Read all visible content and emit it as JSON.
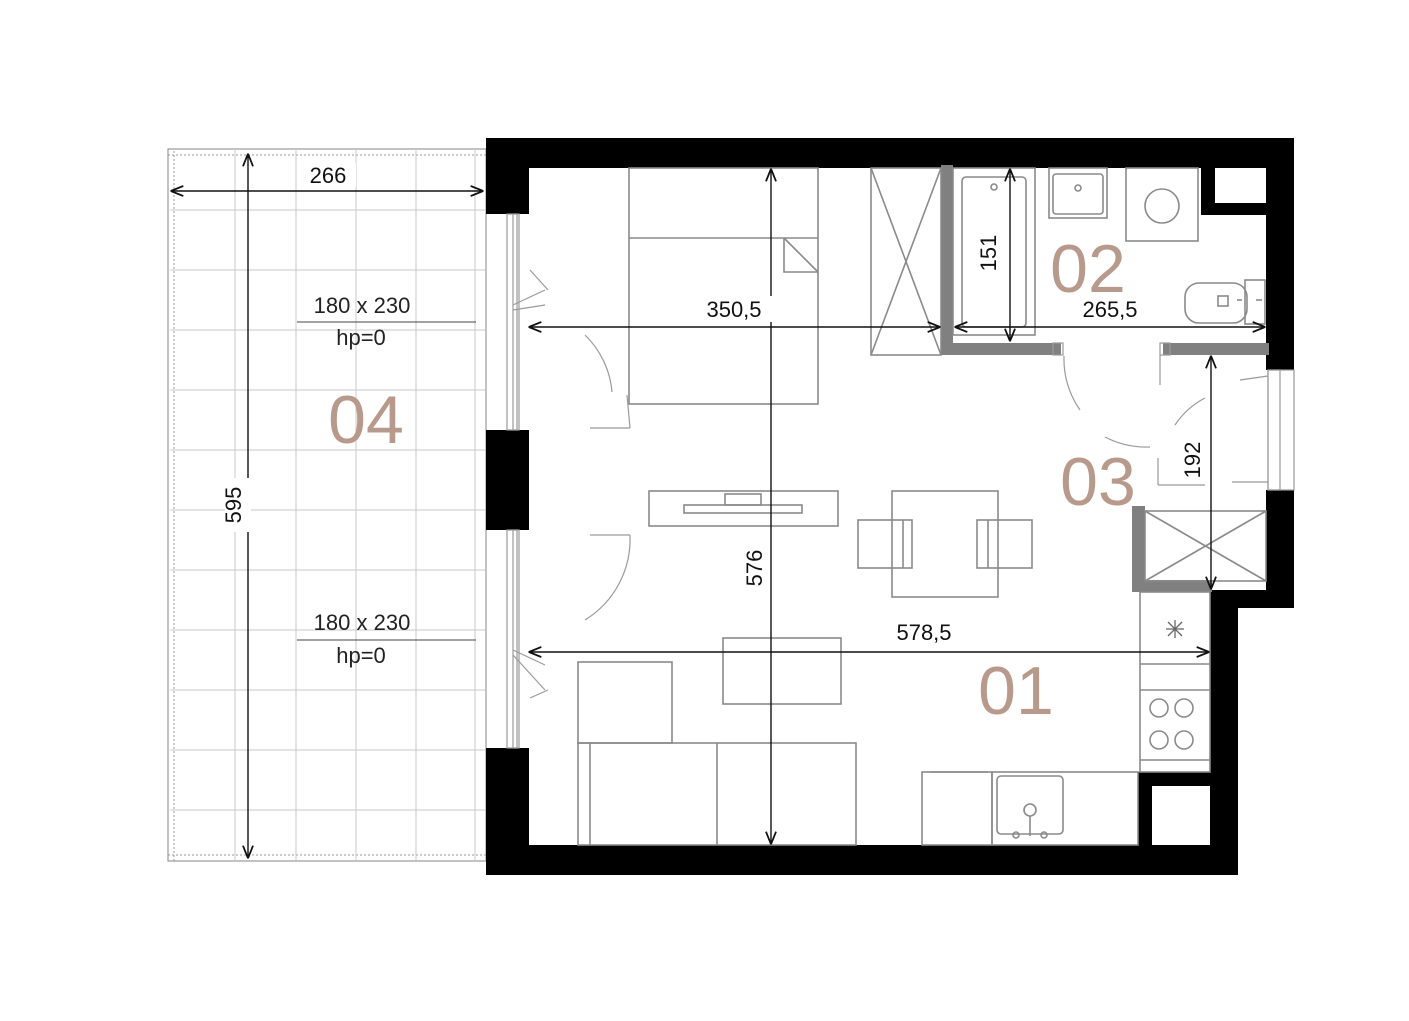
{
  "colors": {
    "wall": "#000000",
    "partition": "#808080",
    "furniture": "#8a8a8a",
    "room_label": "#b89a8c",
    "dimension": "#111111"
  },
  "rooms": {
    "r01": "01",
    "r02": "02",
    "r03": "03",
    "r04": "04"
  },
  "dimensions": {
    "terrace_width": "266",
    "terrace_length": "595",
    "room_height": "576",
    "bedroom_width": "350,5",
    "total_width": "578,5",
    "bath_height": "151",
    "bath_width": "265,5",
    "hall_height": "192"
  },
  "windows": {
    "w1_size": "180 x 230",
    "w1_hp": "hp=0",
    "w2_size": "180 x 230",
    "w2_hp": "hp=0"
  },
  "icons": [
    "bathtub-icon",
    "sink-icon",
    "washing-machine-icon",
    "toilet-icon",
    "wardrobe-icon",
    "bed-icon",
    "tv-stand-icon",
    "dining-table-icon",
    "sofa-icon",
    "armchair-icon",
    "coffee-table-icon",
    "fridge-icon",
    "stove-icon",
    "kitchen-sink-icon",
    "fan-icon"
  ]
}
